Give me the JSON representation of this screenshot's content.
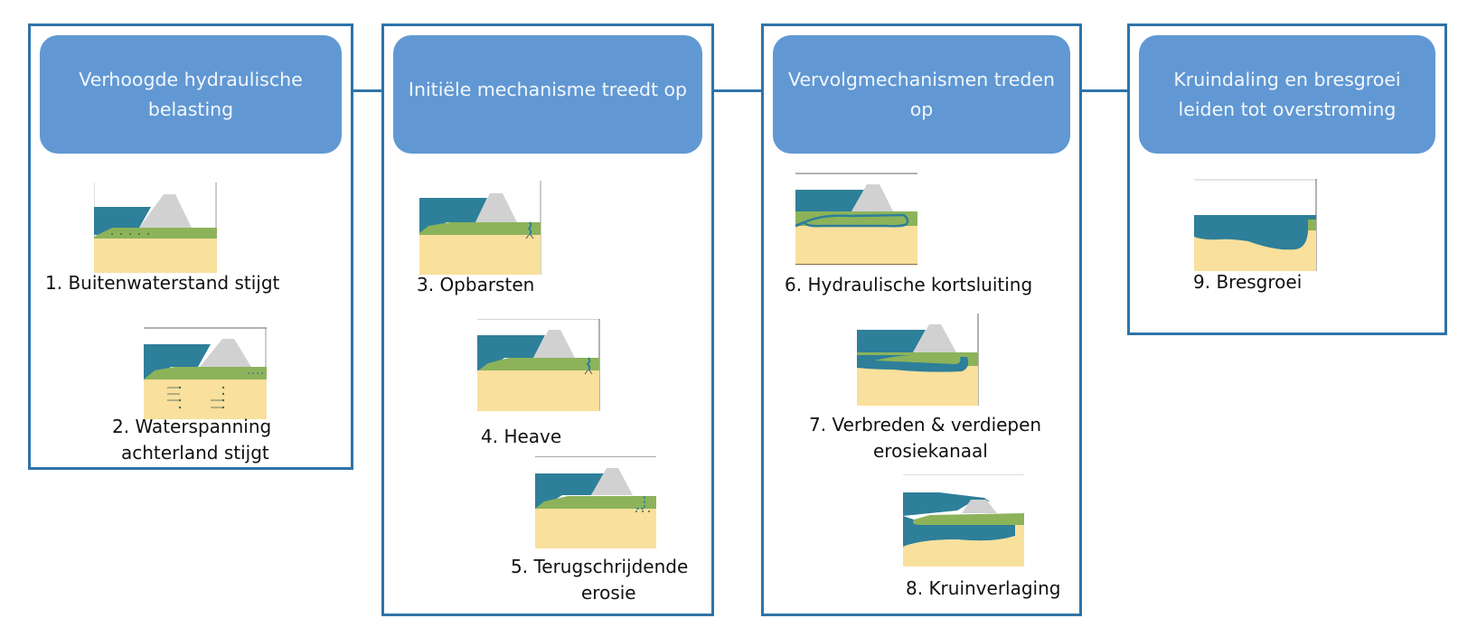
{
  "diagram": {
    "stages": [
      {
        "id": 1,
        "title": "Verhoogde hydraulische belasting"
      },
      {
        "id": 2,
        "title": "Initiële mechanisme treedt op"
      },
      {
        "id": 3,
        "title": "Vervolgmechanismen treden op"
      },
      {
        "id": 4,
        "title": "Kruindaling en bresgroei leiden tot overstroming"
      }
    ],
    "steps": [
      {
        "n": 1,
        "label": "1. Buitenwaterstand stijgt",
        "stage": 1,
        "illustration": "dike-high-outer-water"
      },
      {
        "n": 2,
        "label_line1": "2. Waterspanning",
        "label_line2": "achterland stijgt",
        "stage": 1,
        "illustration": "dike-pore-pressure-arrows"
      },
      {
        "n": 3,
        "label": "3. Opbarsten",
        "stage": 2,
        "illustration": "dike-uplift-crack"
      },
      {
        "n": 4,
        "label": "4. Heave",
        "stage": 2,
        "illustration": "dike-heave"
      },
      {
        "n": 5,
        "label_line1": "5. Terugschrijdende",
        "label_line2": "erosie",
        "stage": 2,
        "illustration": "dike-backward-erosion"
      },
      {
        "n": 6,
        "label": "6. Hydraulische kortsluiting",
        "stage": 3,
        "illustration": "dike-pipe-shortcircuit"
      },
      {
        "n": 7,
        "label_line1": "7. Verbreden & verdiepen",
        "label_line2": "erosiekanaal",
        "stage": 3,
        "illustration": "dike-widening-pipe"
      },
      {
        "n": 8,
        "label": "8. Kruinverlaging",
        "stage": 3,
        "illustration": "dike-crest-lowering"
      },
      {
        "n": 9,
        "label": "9. Bresgroei",
        "stage": 4,
        "illustration": "dike-breach-growth"
      }
    ],
    "colors": {
      "frame": "#2f73a8",
      "header_fill": "#6198d3",
      "water": "#2e7f99",
      "dike": "#d1d1d1",
      "clay": "#8cb35a",
      "sand": "#f9e09c"
    }
  }
}
